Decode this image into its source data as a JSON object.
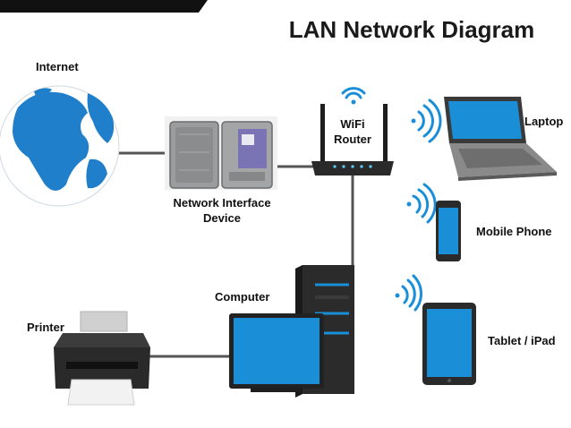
{
  "title": "LAN Network Diagram",
  "labels": {
    "internet": "Internet",
    "nid_line1": "Network Interface",
    "nid_line2": "Device",
    "router_line1": "WiFi",
    "router_line2": "Router",
    "laptop": "Laptop",
    "mobile": "Mobile Phone",
    "tablet": "Tablet / iPad",
    "computer": "Computer",
    "printer": "Printer"
  },
  "colors": {
    "accent_blue": "#1a8fd8",
    "globe_ocean": "#ffffff",
    "globe_land": "#1f7fcb",
    "device_dark": "#2a2a2a",
    "cable": "#555555",
    "banner": "#111111"
  }
}
